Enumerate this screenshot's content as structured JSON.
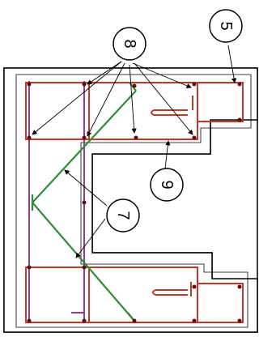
{
  "diagram": {
    "callouts": [
      {
        "id": "callout-8",
        "label": "8"
      },
      {
        "id": "callout-5",
        "label": "5"
      },
      {
        "id": "callout-9",
        "label": "9"
      },
      {
        "id": "callout-7",
        "label": "7"
      }
    ]
  },
  "colors": {
    "outline": "#000000",
    "stirrup": "#c0392b",
    "diagonal-bar": "#2e8b3a",
    "longitudinal-bar": "#9b3a8f",
    "leader": "#000000",
    "bar-dot": "#5a1010"
  }
}
